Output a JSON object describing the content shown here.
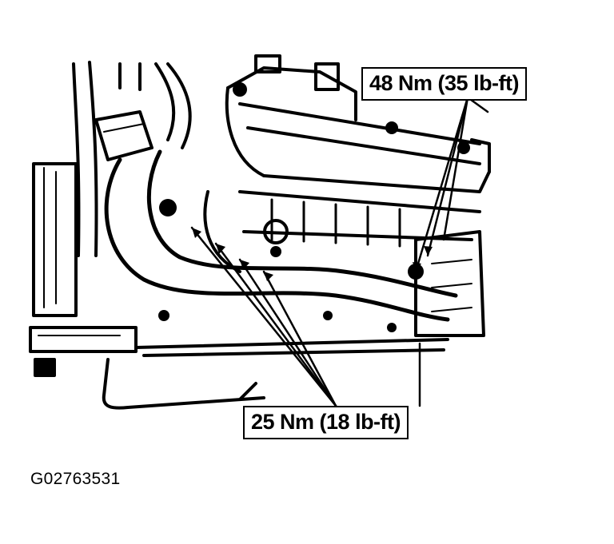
{
  "callouts": {
    "top_torque": "48 Nm (35 lb-ft)",
    "bottom_torque": "25 Nm (18 lb-ft)"
  },
  "figure_id": "G02763531",
  "colors": {
    "ink": "#000000",
    "paper": "#ffffff"
  }
}
